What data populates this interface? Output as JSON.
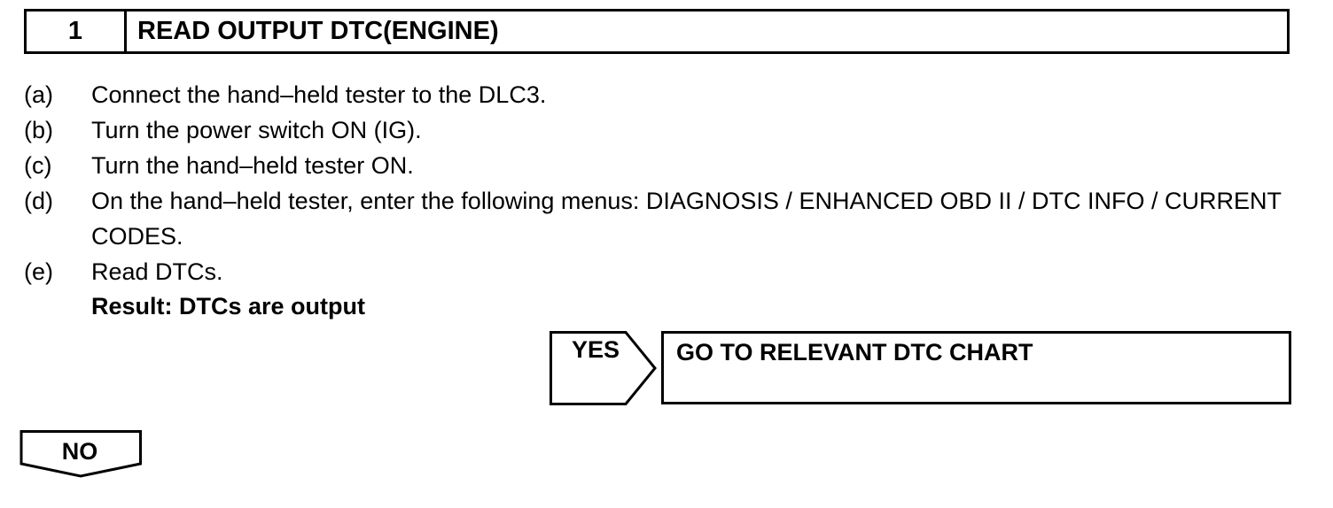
{
  "step": {
    "number": "1",
    "title": "READ OUTPUT DTC(ENGINE)"
  },
  "instructions": [
    {
      "letter": "(a)",
      "text": "Connect the hand–held tester to the DLC3."
    },
    {
      "letter": "(b)",
      "text": "Turn the power switch ON (IG)."
    },
    {
      "letter": "(c)",
      "text": "Turn the hand–held tester ON."
    },
    {
      "letter": "(d)",
      "text": "On the hand–held tester, enter the following menus: DIAGNOSIS / ENHANCED OBD II / DTC INFO / CURRENT CODES."
    },
    {
      "letter": "(e)",
      "text": "Read DTCs."
    }
  ],
  "result": "Result: DTCs are output",
  "yes_branch": {
    "label": "YES",
    "action": "GO TO RELEVANT DTC CHART"
  },
  "no_branch": {
    "label": "NO"
  }
}
